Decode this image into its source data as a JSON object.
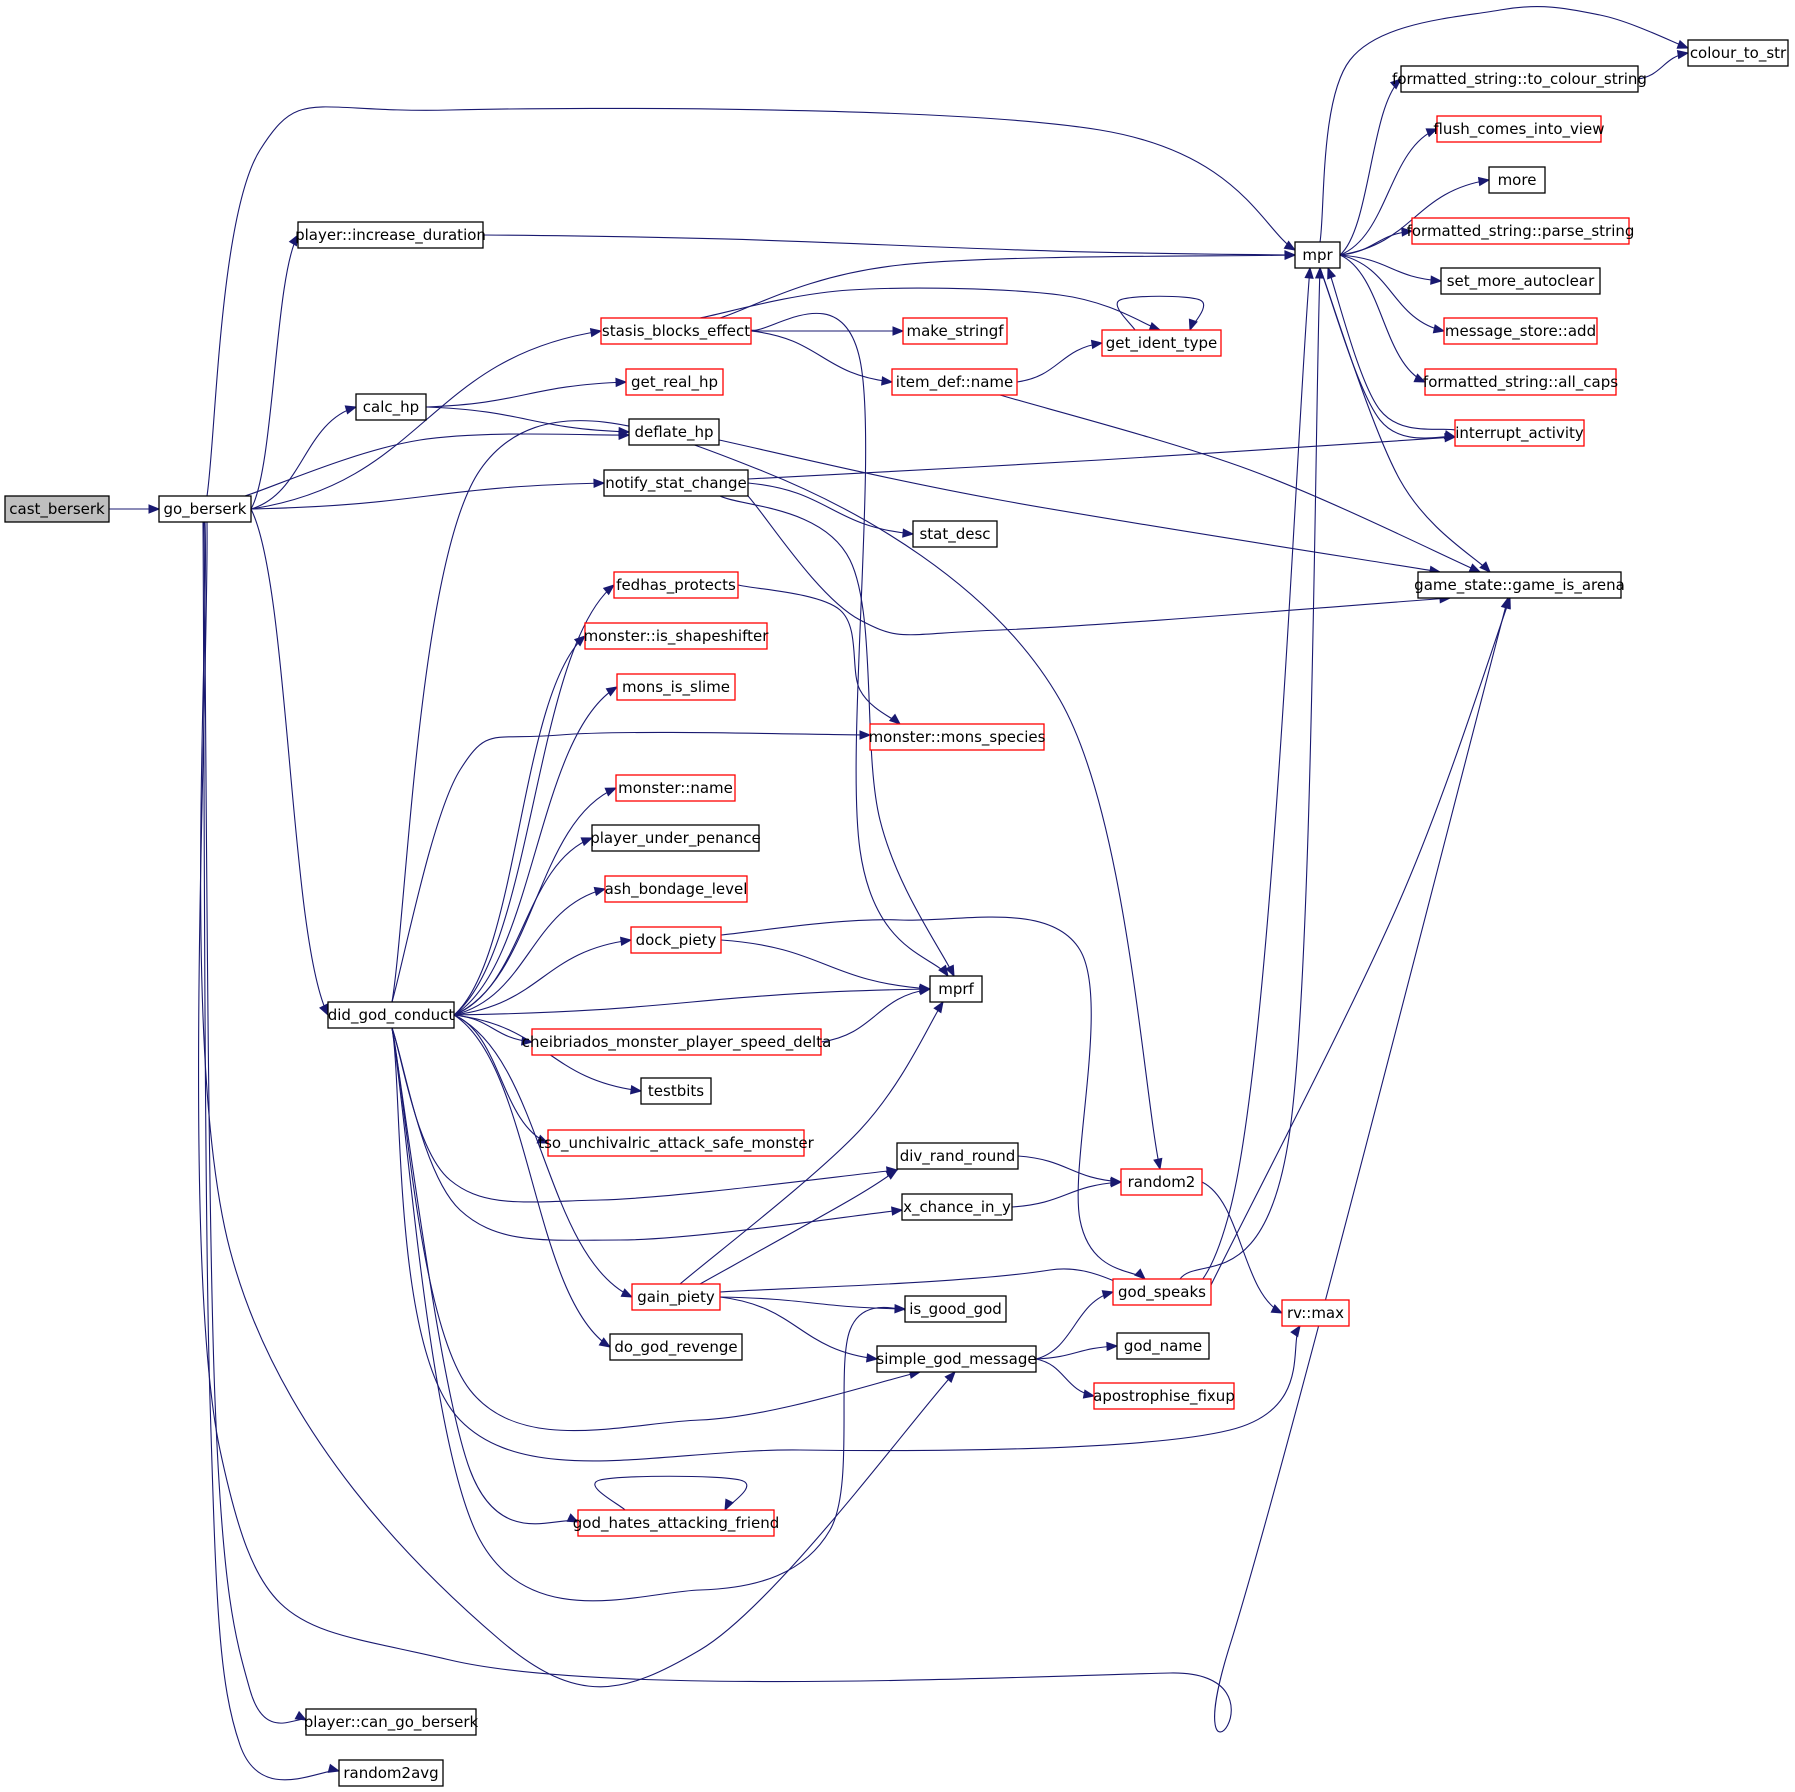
{
  "diagram": {
    "type": "call-graph",
    "colors": {
      "edge": "#191970",
      "root_fill": "#bfbfbf",
      "normal_border": "#000000",
      "truncated_border": "#ff0000",
      "text": "#000000"
    },
    "nodes": [
      {
        "id": "cast_berserk",
        "label": "cast_berserk",
        "kind": "root"
      },
      {
        "id": "go_berserk",
        "label": "go_berserk",
        "kind": "normal"
      },
      {
        "id": "increase_duration",
        "label": "player::increase_duration",
        "kind": "normal"
      },
      {
        "id": "stasis_blocks_effect",
        "label": "stasis_blocks_effect",
        "kind": "truncated"
      },
      {
        "id": "calc_hp",
        "label": "calc_hp",
        "kind": "normal"
      },
      {
        "id": "deflate_hp",
        "label": "deflate_hp",
        "kind": "normal"
      },
      {
        "id": "notify_stat_change",
        "label": "notify_stat_change",
        "kind": "normal"
      },
      {
        "id": "did_god_conduct",
        "label": "did_god_conduct",
        "kind": "normal"
      },
      {
        "id": "can_go_berserk",
        "label": "player::can_go_berserk",
        "kind": "normal"
      },
      {
        "id": "random2avg",
        "label": "random2avg",
        "kind": "normal"
      },
      {
        "id": "get_real_hp",
        "label": "get_real_hp",
        "kind": "truncated"
      },
      {
        "id": "make_stringf",
        "label": "make_stringf",
        "kind": "truncated"
      },
      {
        "id": "item_def_name",
        "label": "item_def::name",
        "kind": "truncated"
      },
      {
        "id": "get_ident_type",
        "label": "get_ident_type",
        "kind": "truncated"
      },
      {
        "id": "stat_desc",
        "label": "stat_desc",
        "kind": "normal"
      },
      {
        "id": "fedhas_protects",
        "label": "fedhas_protects",
        "kind": "truncated"
      },
      {
        "id": "is_shapeshifter",
        "label": "monster::is_shapeshifter",
        "kind": "truncated"
      },
      {
        "id": "mons_is_slime",
        "label": "mons_is_slime",
        "kind": "truncated"
      },
      {
        "id": "mons_species",
        "label": "monster::mons_species",
        "kind": "truncated"
      },
      {
        "id": "monster_name",
        "label": "monster::name",
        "kind": "truncated"
      },
      {
        "id": "player_under_penance",
        "label": "player_under_penance",
        "kind": "normal"
      },
      {
        "id": "ash_bondage_level",
        "label": "ash_bondage_level",
        "kind": "truncated"
      },
      {
        "id": "dock_piety",
        "label": "dock_piety",
        "kind": "truncated"
      },
      {
        "id": "mprf",
        "label": "mprf",
        "kind": "normal"
      },
      {
        "id": "cheibriados",
        "label": "cheibriados_monster_player_speed_delta",
        "kind": "truncated"
      },
      {
        "id": "testbits",
        "label": "testbits",
        "kind": "normal"
      },
      {
        "id": "tso_unchivalric",
        "label": "tso_unchivalric_attack_safe_monster",
        "kind": "truncated"
      },
      {
        "id": "div_rand_round",
        "label": "div_rand_round",
        "kind": "normal"
      },
      {
        "id": "x_chance_in_y",
        "label": "x_chance_in_y",
        "kind": "normal"
      },
      {
        "id": "random2",
        "label": "random2",
        "kind": "truncated"
      },
      {
        "id": "gain_piety",
        "label": "gain_piety",
        "kind": "truncated"
      },
      {
        "id": "is_good_god",
        "label": "is_good_god",
        "kind": "normal"
      },
      {
        "id": "god_speaks",
        "label": "god_speaks",
        "kind": "truncated"
      },
      {
        "id": "rv_max",
        "label": "rv::max",
        "kind": "truncated"
      },
      {
        "id": "do_god_revenge",
        "label": "do_god_revenge",
        "kind": "normal"
      },
      {
        "id": "simple_god_message",
        "label": "simple_god_message",
        "kind": "normal"
      },
      {
        "id": "god_name",
        "label": "god_name",
        "kind": "normal"
      },
      {
        "id": "apostrophise_fixup",
        "label": "apostrophise_fixup",
        "kind": "truncated"
      },
      {
        "id": "god_hates_attacking_friend",
        "label": "god_hates_attacking_friend",
        "kind": "truncated"
      },
      {
        "id": "mpr",
        "label": "mpr",
        "kind": "normal"
      },
      {
        "id": "to_colour_string",
        "label": "formatted_string::to_colour_string",
        "kind": "normal"
      },
      {
        "id": "colour_to_str",
        "label": "colour_to_str",
        "kind": "normal"
      },
      {
        "id": "flush_comes_into_view",
        "label": "flush_comes_into_view",
        "kind": "truncated"
      },
      {
        "id": "more",
        "label": "more",
        "kind": "normal"
      },
      {
        "id": "parse_string",
        "label": "formatted_string::parse_string",
        "kind": "truncated"
      },
      {
        "id": "set_more_autoclear",
        "label": "set_more_autoclear",
        "kind": "normal"
      },
      {
        "id": "message_store_add",
        "label": "message_store::add",
        "kind": "truncated"
      },
      {
        "id": "all_caps",
        "label": "formatted_string::all_caps",
        "kind": "truncated"
      },
      {
        "id": "interrupt_activity",
        "label": "interrupt_activity",
        "kind": "truncated"
      },
      {
        "id": "game_is_arena",
        "label": "game_state::game_is_arena",
        "kind": "normal"
      }
    ],
    "edges": [
      [
        "cast_berserk",
        "go_berserk"
      ],
      [
        "go_berserk",
        "mpr"
      ],
      [
        "go_berserk",
        "increase_duration"
      ],
      [
        "go_berserk",
        "stasis_blocks_effect"
      ],
      [
        "go_berserk",
        "calc_hp"
      ],
      [
        "go_berserk",
        "deflate_hp"
      ],
      [
        "go_berserk",
        "notify_stat_change"
      ],
      [
        "go_berserk",
        "did_god_conduct"
      ],
      [
        "go_berserk",
        "simple_god_message"
      ],
      [
        "go_berserk",
        "game_is_arena"
      ],
      [
        "go_berserk",
        "can_go_berserk"
      ],
      [
        "go_berserk",
        "random2avg"
      ],
      [
        "increase_duration",
        "mpr"
      ],
      [
        "stasis_blocks_effect",
        "mpr"
      ],
      [
        "stasis_blocks_effect",
        "get_ident_type"
      ],
      [
        "stasis_blocks_effect",
        "make_stringf"
      ],
      [
        "stasis_blocks_effect",
        "item_def_name"
      ],
      [
        "stasis_blocks_effect",
        "mprf"
      ],
      [
        "calc_hp",
        "get_real_hp"
      ],
      [
        "calc_hp",
        "deflate_hp"
      ],
      [
        "deflate_hp",
        "game_is_arena"
      ],
      [
        "item_def_name",
        "get_ident_type"
      ],
      [
        "item_def_name",
        "game_is_arena"
      ],
      [
        "get_ident_type",
        "get_ident_type"
      ],
      [
        "notify_stat_change",
        "interrupt_activity"
      ],
      [
        "notify_stat_change",
        "stat_desc"
      ],
      [
        "notify_stat_change",
        "game_is_arena"
      ],
      [
        "notify_stat_change",
        "mprf"
      ],
      [
        "did_god_conduct",
        "random2"
      ],
      [
        "did_god_conduct",
        "fedhas_protects"
      ],
      [
        "did_god_conduct",
        "is_shapeshifter"
      ],
      [
        "did_god_conduct",
        "mons_is_slime"
      ],
      [
        "did_god_conduct",
        "mons_species"
      ],
      [
        "did_god_conduct",
        "monster_name"
      ],
      [
        "did_god_conduct",
        "player_under_penance"
      ],
      [
        "did_god_conduct",
        "ash_bondage_level"
      ],
      [
        "did_god_conduct",
        "dock_piety"
      ],
      [
        "did_god_conduct",
        "mprf"
      ],
      [
        "did_god_conduct",
        "cheibriados"
      ],
      [
        "did_god_conduct",
        "testbits"
      ],
      [
        "did_god_conduct",
        "tso_unchivalric"
      ],
      [
        "did_god_conduct",
        "div_rand_round"
      ],
      [
        "did_god_conduct",
        "x_chance_in_y"
      ],
      [
        "did_god_conduct",
        "gain_piety"
      ],
      [
        "did_god_conduct",
        "do_god_revenge"
      ],
      [
        "did_god_conduct",
        "simple_god_message"
      ],
      [
        "did_god_conduct",
        "rv_max"
      ],
      [
        "did_god_conduct",
        "god_hates_attacking_friend"
      ],
      [
        "did_god_conduct",
        "is_good_god"
      ],
      [
        "fedhas_protects",
        "mons_species"
      ],
      [
        "dock_piety",
        "mprf"
      ],
      [
        "dock_piety",
        "god_speaks"
      ],
      [
        "cheibriados",
        "mprf"
      ],
      [
        "gain_piety",
        "mprf"
      ],
      [
        "gain_piety",
        "div_rand_round"
      ],
      [
        "gain_piety",
        "mpr"
      ],
      [
        "gain_piety",
        "is_good_god"
      ],
      [
        "gain_piety",
        "simple_god_message"
      ],
      [
        "div_rand_round",
        "random2"
      ],
      [
        "x_chance_in_y",
        "random2"
      ],
      [
        "random2",
        "rv_max"
      ],
      [
        "god_speaks",
        "mpr"
      ],
      [
        "god_speaks",
        "game_is_arena"
      ],
      [
        "simple_god_message",
        "god_speaks"
      ],
      [
        "simple_god_message",
        "god_name"
      ],
      [
        "simple_god_message",
        "apostrophise_fixup"
      ],
      [
        "god_hates_attacking_friend",
        "god_hates_attacking_friend"
      ],
      [
        "mpr",
        "to_colour_string"
      ],
      [
        "mpr",
        "colour_to_str"
      ],
      [
        "mpr",
        "flush_comes_into_view"
      ],
      [
        "mpr",
        "more"
      ],
      [
        "mpr",
        "parse_string"
      ],
      [
        "mpr",
        "set_more_autoclear"
      ],
      [
        "mpr",
        "message_store_add"
      ],
      [
        "mpr",
        "all_caps"
      ],
      [
        "mpr",
        "interrupt_activity"
      ],
      [
        "mpr",
        "game_is_arena"
      ],
      [
        "to_colour_string",
        "colour_to_str"
      ],
      [
        "interrupt_activity",
        "mpr"
      ]
    ]
  }
}
